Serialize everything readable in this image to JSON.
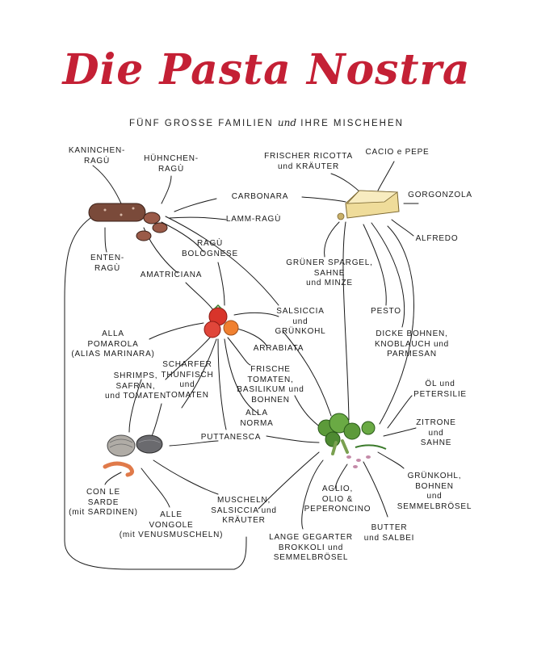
{
  "title": "Die Pasta Nostra",
  "subtitle": {
    "part1": "FÜNF GROSSE FAMILIEN",
    "und": "und",
    "part2": "IHRE MISCHEHEN"
  },
  "icons": {
    "salami": "salami-icon",
    "cheese": "cheese-icon",
    "tomatoes": "tomatoes-icon",
    "clams": "clams-icon",
    "broccoli": "broccoli-icon"
  },
  "colors": {
    "title": "#c42035",
    "ink": "#1a1a1a",
    "tomato": "#d8342a",
    "cheese": "#efdc9a",
    "broccoli": "#5c9a3a",
    "salami": "#7a4a3a",
    "clam": "#9a9a9a",
    "shrimp": "#e07a4a"
  },
  "labels": [
    {
      "id": "kaninchen-ragu",
      "lines": [
        "KANINCHEN-",
        "RAGÙ"
      ]
    },
    {
      "id": "huhnchen-ragu",
      "lines": [
        "HÜHNCHEN-",
        "RAGÙ"
      ]
    },
    {
      "id": "frischer-ricotta",
      "lines": [
        "FRISCHER RICOTTA",
        "und KRÄUTER"
      ]
    },
    {
      "id": "cacio-e-pepe",
      "lines": [
        "CACIO e PEPE"
      ]
    },
    {
      "id": "carbonara",
      "lines": [
        "CARBONARA"
      ]
    },
    {
      "id": "gorgonzola",
      "lines": [
        "GORGONZOLA"
      ]
    },
    {
      "id": "lamm-ragu",
      "lines": [
        "LAMM-RAGÙ"
      ]
    },
    {
      "id": "alfredo",
      "lines": [
        "ALFREDO"
      ]
    },
    {
      "id": "enten-ragu",
      "lines": [
        "ENTEN-",
        "RAGÙ"
      ]
    },
    {
      "id": "ragu-bolognese",
      "lines": [
        "RAGÙ",
        "BOLOGNESE"
      ]
    },
    {
      "id": "gruner-spargel",
      "lines": [
        "GRÜNER SPARGEL,",
        "SAHNE",
        "und MINZE"
      ]
    },
    {
      "id": "amatriciana",
      "lines": [
        "AMATRICIANA"
      ]
    },
    {
      "id": "pesto",
      "lines": [
        "PESTO"
      ]
    },
    {
      "id": "salsiccia-grunkohl",
      "lines": [
        "SALSICCIA",
        "und",
        "GRÜNKOHL"
      ]
    },
    {
      "id": "alla-pomarola",
      "lines": [
        "ALLA",
        "POMAROLA",
        "(ALIAS MARINARA)"
      ]
    },
    {
      "id": "arrabiata",
      "lines": [
        "ARRABIATA"
      ]
    },
    {
      "id": "dicke-bohnen",
      "lines": [
        "DICKE BOHNEN,",
        "KNOBLAUCH und",
        "PARMESAN"
      ]
    },
    {
      "id": "shrimps-safran",
      "lines": [
        "SHRIMPS,",
        "SAFRAN,",
        "und TOMATEN"
      ]
    },
    {
      "id": "scharfer-thunfisch",
      "lines": [
        "SCHARFER",
        "THUNFISCH",
        "und",
        "TOMATEN"
      ]
    },
    {
      "id": "frische-tomaten",
      "lines": [
        "FRISCHE",
        "TOMATEN,",
        "BASILIKUM und",
        "BOHNEN"
      ]
    },
    {
      "id": "ol-petersilie",
      "lines": [
        "ÖL und",
        "PETERSILIE"
      ]
    },
    {
      "id": "alla-norma",
      "lines": [
        "ALLA",
        "NORMA"
      ]
    },
    {
      "id": "zitrone-sahne",
      "lines": [
        "ZITRONE",
        "und",
        "SAHNE"
      ]
    },
    {
      "id": "puttanesca",
      "lines": [
        "PUTTANESCA"
      ]
    },
    {
      "id": "con-le-sarde",
      "lines": [
        "CON LE",
        "SARDE",
        "(mit SARDINEN)"
      ]
    },
    {
      "id": "alle-vongole",
      "lines": [
        "ALLE",
        "VONGOLE",
        "(mit VENUSMUSCHELN)"
      ]
    },
    {
      "id": "muscheln-salsiccia",
      "lines": [
        "MUSCHELN,",
        "SALSICCIA und",
        "KRÄUTER"
      ]
    },
    {
      "id": "aglio-olio",
      "lines": [
        "AGLIO,",
        "OLIO &",
        "PEPERONCINO"
      ]
    },
    {
      "id": "grunkohl-bohnen",
      "lines": [
        "GRÜNKOHL,",
        "BOHNEN",
        "und",
        "SEMMELBRÖSEL"
      ]
    },
    {
      "id": "butter-salbei",
      "lines": [
        "BUTTER",
        "und SALBEI"
      ]
    },
    {
      "id": "lange-gegarter",
      "lines": [
        "LANGE GEGARTER",
        "BROKKOLI und",
        "SEMMELBRÖSEL"
      ]
    }
  ]
}
